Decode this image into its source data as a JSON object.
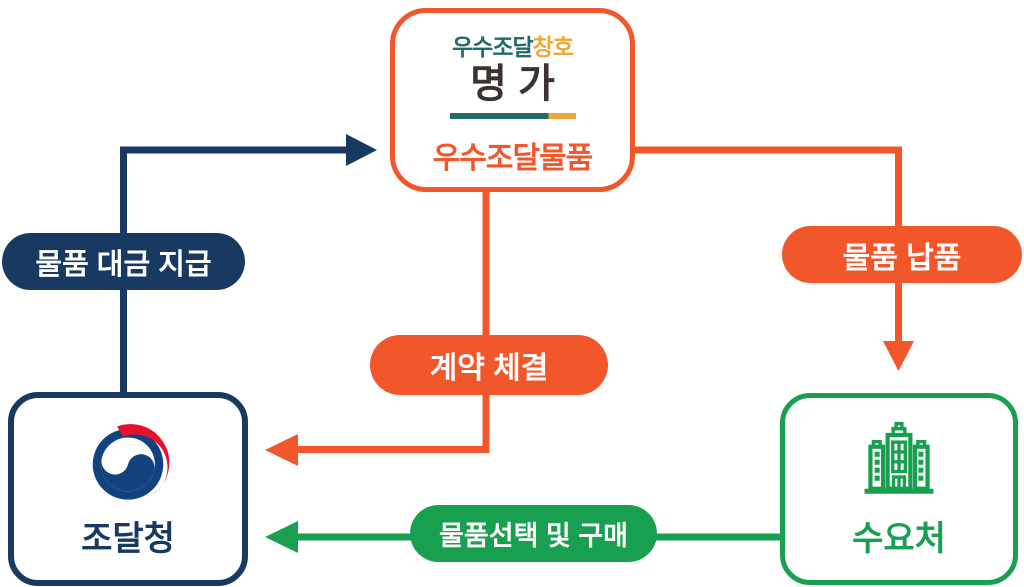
{
  "palette": {
    "orange": "#F2572B",
    "navy": "#183A62",
    "green": "#189F4F",
    "teal": "#1F6C6B",
    "gold": "#EDA83C",
    "dark_text": "#3A332F",
    "emblem_blue": "#12437E",
    "emblem_red": "#E8112D",
    "white": "#FFFFFF"
  },
  "vendor_box": {
    "brand_prefix": "우수조달",
    "brand_suffix": "창호",
    "brand_name": "명가",
    "product_label": "우수조달물품"
  },
  "badges": {
    "payment": "물품 대금 지급",
    "contract": "계약 체결",
    "delivery": "물품 납품",
    "selection": "물품선택 및 구매"
  },
  "pps_box": {
    "label": "조달청",
    "emblem_icon": "korea-gov-taegeuk-icon"
  },
  "demand_box": {
    "label": "수요처",
    "building_icon": "building-icon"
  }
}
